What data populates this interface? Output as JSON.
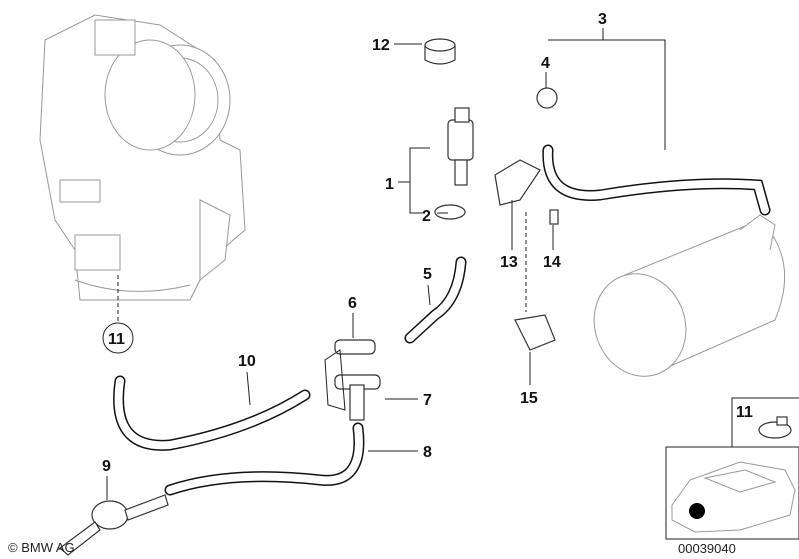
{
  "diagram": {
    "callouts": [
      {
        "id": "1",
        "label": "1"
      },
      {
        "id": "2",
        "label": "2"
      },
      {
        "id": "3",
        "label": "3"
      },
      {
        "id": "4",
        "label": "4"
      },
      {
        "id": "5",
        "label": "5"
      },
      {
        "id": "6",
        "label": "6"
      },
      {
        "id": "7",
        "label": "7"
      },
      {
        "id": "8",
        "label": "8"
      },
      {
        "id": "9",
        "label": "9"
      },
      {
        "id": "10",
        "label": "10"
      },
      {
        "id": "11",
        "label": "11"
      },
      {
        "id": "12",
        "label": "12"
      },
      {
        "id": "13",
        "label": "13"
      },
      {
        "id": "14",
        "label": "14"
      },
      {
        "id": "15",
        "label": "15"
      }
    ],
    "inset_label": "11",
    "copyright": "© BMW AG",
    "drawing_number": "00039040"
  }
}
